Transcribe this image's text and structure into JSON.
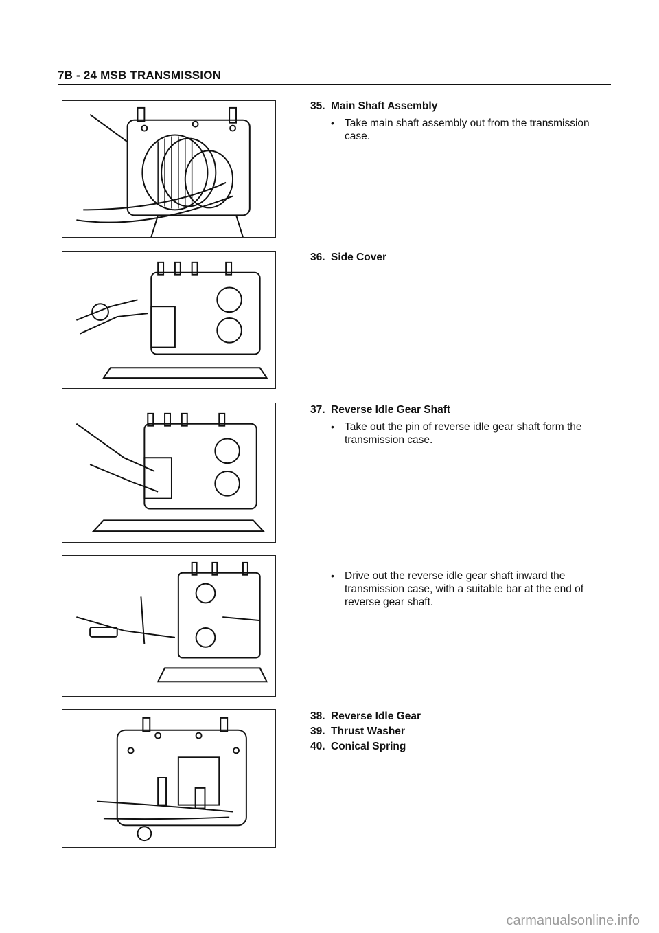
{
  "header": {
    "title": "7B - 24  MSB TRANSMISSION"
  },
  "steps": [
    {
      "num": "35.",
      "title": "Main Shaft Assembly",
      "bullets": [
        "Take main shaft assembly out from the transmission case."
      ]
    },
    {
      "num": "36.",
      "title": "Side Cover",
      "bullets": []
    },
    {
      "num": "37.",
      "title": "Reverse Idle Gear Shaft",
      "bullets": [
        "Take out the pin of reverse idle gear shaft form the transmission case."
      ]
    },
    {
      "num": "",
      "title": "",
      "bullets": [
        "Drive out the reverse idle gear shaft inward the transmission case, with a suitable bar at the end of reverse gear shaft."
      ]
    },
    {
      "num": "38.",
      "title": "Reverse Idle Gear"
    },
    {
      "num": "39.",
      "title": "Thrust Washer"
    },
    {
      "num": "40.",
      "title": "Conical Spring"
    }
  ],
  "bullet_glyph": "•",
  "watermark": "carmanualsonline.info"
}
